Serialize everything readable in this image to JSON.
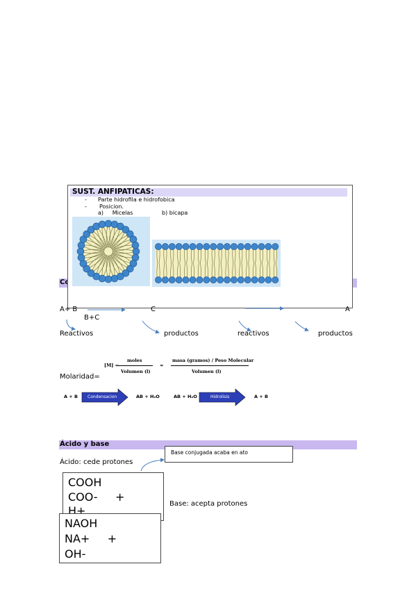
{
  "section1": {
    "title": "SUST. ANFIPATICAS:",
    "bullets": [
      "Parte hidrofila e hidrofobica",
      "Posicion."
    ],
    "sub_a": "a)     Micelas",
    "sub_b": "b) bicapa"
  },
  "band1_partial": "Co",
  "reaction_row": {
    "left": "A+ B",
    "mid": "C",
    "right": "A",
    "under": "B+C"
  },
  "labels_row": [
    "Reactivos",
    "productos",
    "reactivos",
    "productos"
  ],
  "molarity": {
    "label": "Molaridad=",
    "lhs": "[M] =",
    "num1": "moles",
    "den1": "Volumen (l)",
    "eq": "=",
    "num2": "masa (gramos) / Peso Molecular",
    "den2": "Volumen (l)"
  },
  "cond_row": {
    "left": "A + B",
    "arrow1": "Condensacion",
    "mid1": "AB + H₂O",
    "mid2": "AB + H₂O",
    "arrow2": "Hidrolisis",
    "right": "A + B"
  },
  "section2": {
    "title": "Ácido y base",
    "acid": "Ácido: cede protones",
    "conj_box": "Base conjugada acaba en ato",
    "base": "Base: acepta protones",
    "box1": [
      "COOH",
      "COO-     +",
      "H+"
    ],
    "box2": [
      "NAOH",
      "NA+     +",
      "OH-"
    ]
  },
  "colors": {
    "band": "#c9b8ef",
    "header_band": "#dcd6f7",
    "arrow": "#4a7fc1",
    "blue_arrow": "#2d3fb8"
  }
}
